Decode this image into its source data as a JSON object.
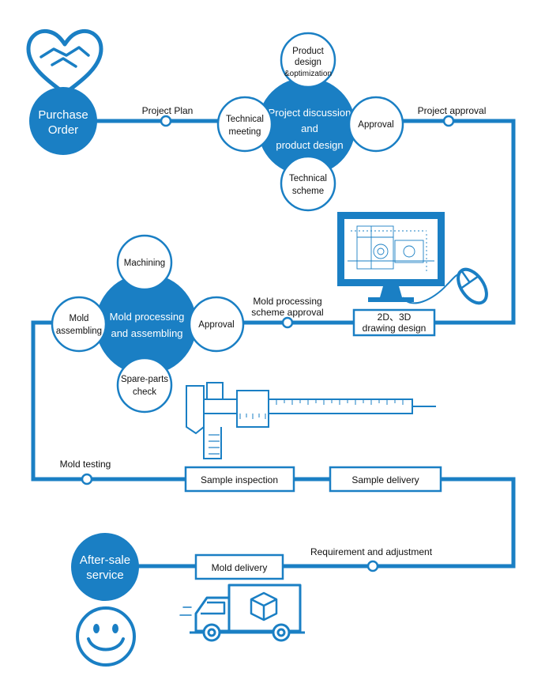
{
  "colors": {
    "accent": "#1a7fc4",
    "line": "#1a7fc4",
    "text": "#111111",
    "white": "#ffffff"
  },
  "start": {
    "line1": "Purchase",
    "line2": "Order"
  },
  "end": {
    "line1": "After-sale",
    "line2": "service"
  },
  "hub1": {
    "line1": "Project discussion",
    "line2": "and",
    "line3": "product design",
    "top": {
      "line1": "Product",
      "line2": "design",
      "line3": "&optimization"
    },
    "left": {
      "line1": "Technical",
      "line2": "meeting"
    },
    "right": {
      "line1": "Approval"
    },
    "bottom": {
      "line1": "Technical",
      "line2": "scheme"
    }
  },
  "hub2": {
    "line1": "Mold processing",
    "line2": "and assembling",
    "top": {
      "line1": "Machining"
    },
    "left": {
      "line1": "Mold",
      "line2": "assembling"
    },
    "right": {
      "line1": "Approval"
    },
    "bottom": {
      "line1": "Spare-parts",
      "line2": "check"
    }
  },
  "labels": {
    "project_plan": "Project Plan",
    "project_approval": "Project approval",
    "mold_scheme_1": "Mold processing",
    "mold_scheme_2": "scheme approval",
    "mold_testing": "Mold testing",
    "requirement": "Requirement and adjustment"
  },
  "boxes": {
    "drawing_1": "2D、3D",
    "drawing_2": "drawing design",
    "sample_inspection": "Sample inspection",
    "sample_delivery": "Sample delivery",
    "mold_delivery": "Mold delivery"
  },
  "icons": [
    "handshake-heart-icon",
    "computer-monitor-icon",
    "mouse-icon",
    "caliper-icon",
    "delivery-truck-icon",
    "smiley-face-icon"
  ]
}
